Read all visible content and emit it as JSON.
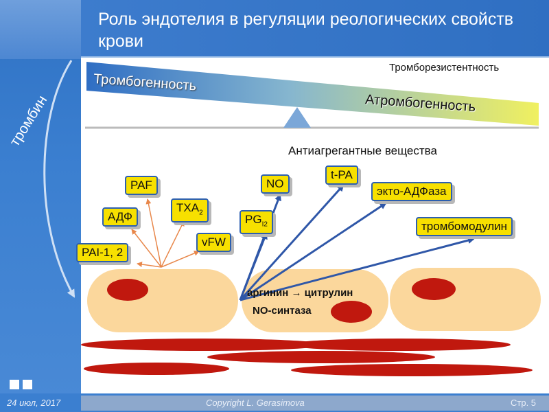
{
  "header": {
    "title": "Роль эндотелия в регуляции реологических свойств крови"
  },
  "scale": {
    "top_right_label": "Тромборезистентность",
    "left_label": "Тромбогенность",
    "right_label": "Атромбогенность"
  },
  "side_label": "тромбин",
  "antiaggregant_title": "Антиагрегантные вещества",
  "pro_boxes": {
    "paf": "PAF",
    "adf": "АДФ",
    "txa_main": "TXA",
    "txa_sub": "2",
    "vfw": "vFW",
    "pai": "PAI-1, 2"
  },
  "anti_boxes": {
    "no": "NO",
    "pg_main": "PG",
    "pg_sub": "I2",
    "tpa": "t-PA",
    "ecto": "экто-АДФаза",
    "thrombomodulin": "тромбомодулин"
  },
  "cell": {
    "line1": "аргинин → цитрулин",
    "line2": "NO-синтаза"
  },
  "footer": {
    "date": "24 июл, 2017",
    "copyright": "Copyright L. Gerasimova",
    "page": "Стр. 5"
  },
  "colors": {
    "sidebar_blue": "#3b7fd0",
    "box_yellow": "#f7e000",
    "box_border": "#2c5fb0",
    "arrow_blue": "#2f57a8",
    "arrow_orange": "#e8874a",
    "cell_fill": "#fbd79c",
    "nucleus_red": "#c0180e"
  }
}
